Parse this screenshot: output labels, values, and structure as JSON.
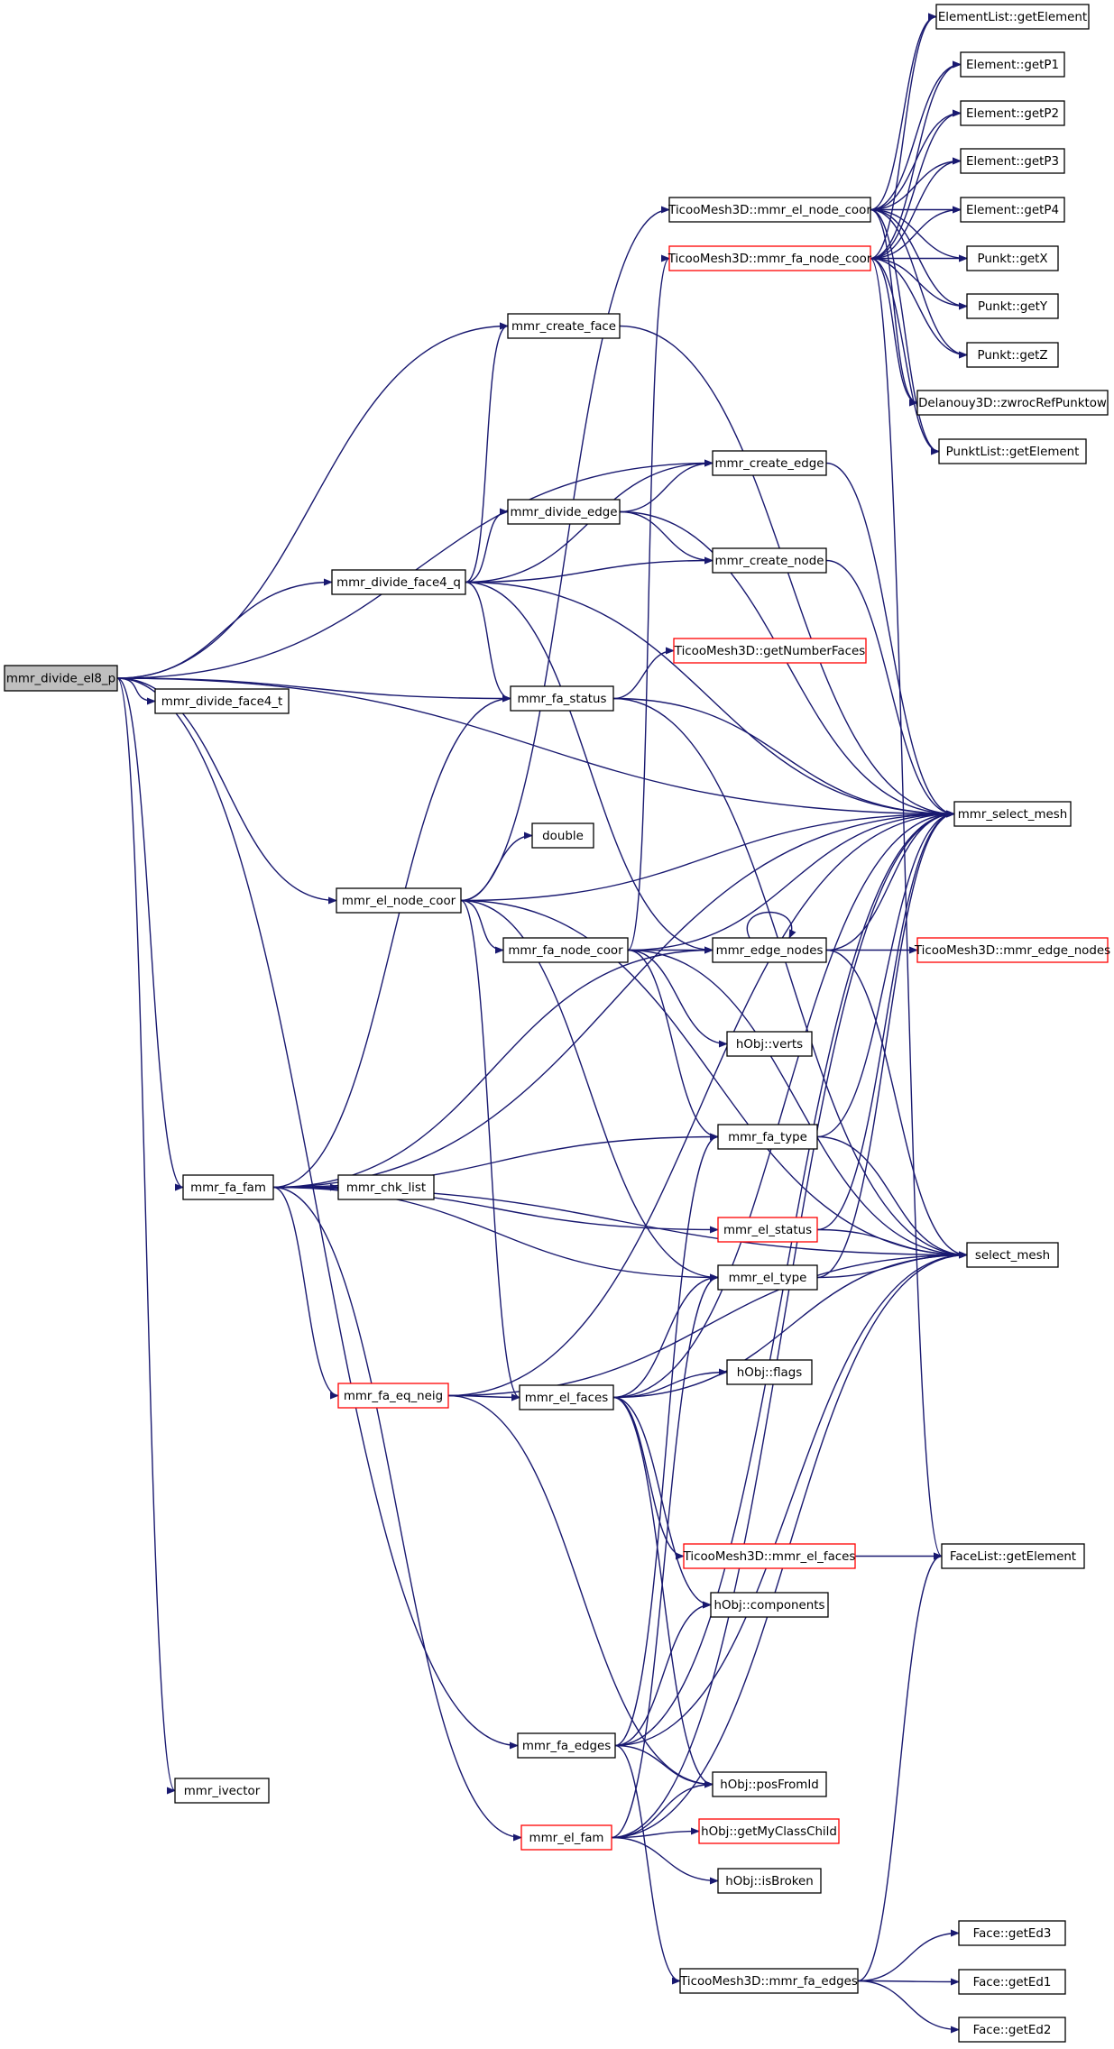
{
  "colors": {
    "edge": "#191970",
    "box_border": "#000000",
    "truncated_border": "#ff0000",
    "root_fill": "#bfbfbf",
    "box_fill": "#ffffff"
  },
  "nodes": [
    {
      "id": "root",
      "label": "mmr_divide_el8_p",
      "kind": "root"
    },
    {
      "id": "n_divide_face4_t",
      "label": "mmr_divide_face4_t",
      "kind": "normal"
    },
    {
      "id": "n_divide_face4_q",
      "label": "mmr_divide_face4_q",
      "kind": "normal"
    },
    {
      "id": "n_el_node_coor",
      "label": "mmr_el_node_coor",
      "kind": "normal"
    },
    {
      "id": "n_fa_fam",
      "label": "mmr_fa_fam",
      "kind": "normal"
    },
    {
      "id": "n_ivector",
      "label": "mmr_ivector",
      "kind": "normal"
    },
    {
      "id": "n_create_face",
      "label": "mmr_create_face",
      "kind": "normal"
    },
    {
      "id": "n_divide_edge",
      "label": "mmr_divide_edge",
      "kind": "normal"
    },
    {
      "id": "n_fa_status",
      "label": "mmr_fa_status",
      "kind": "normal"
    },
    {
      "id": "n_double",
      "label": "double",
      "kind": "normal"
    },
    {
      "id": "n_fa_node_coor",
      "label": "mmr_fa_node_coor",
      "kind": "normal"
    },
    {
      "id": "n_chk_list",
      "label": "mmr_chk_list",
      "kind": "normal"
    },
    {
      "id": "n_fa_eq_neig",
      "label": "mmr_fa_eq_neig",
      "kind": "truncated"
    },
    {
      "id": "n_el_faces",
      "label": "mmr_el_faces",
      "kind": "normal"
    },
    {
      "id": "n_fa_edges",
      "label": "mmr_fa_edges",
      "kind": "normal"
    },
    {
      "id": "n_el_fam",
      "label": "mmr_el_fam",
      "kind": "truncated"
    },
    {
      "id": "n_t_el_node_coor",
      "label": "TicooMesh3D::mmr_el_node_coor",
      "kind": "normal"
    },
    {
      "id": "n_t_fa_node_coor",
      "label": "TicooMesh3D::mmr_fa_node_coor",
      "kind": "truncated"
    },
    {
      "id": "n_create_edge",
      "label": "mmr_create_edge",
      "kind": "normal"
    },
    {
      "id": "n_create_node",
      "label": "mmr_create_node",
      "kind": "normal"
    },
    {
      "id": "n_t_getNumberFaces",
      "label": "TicooMesh3D::getNumberFaces",
      "kind": "truncated"
    },
    {
      "id": "n_edge_nodes",
      "label": "mmr_edge_nodes",
      "kind": "normal"
    },
    {
      "id": "n_verts",
      "label": "hObj::verts",
      "kind": "normal"
    },
    {
      "id": "n_fa_type",
      "label": "mmr_fa_type",
      "kind": "normal"
    },
    {
      "id": "n_el_status",
      "label": "mmr_el_status",
      "kind": "truncated"
    },
    {
      "id": "n_el_type",
      "label": "mmr_el_type",
      "kind": "normal"
    },
    {
      "id": "n_flags",
      "label": "hObj::flags",
      "kind": "normal"
    },
    {
      "id": "n_t_el_faces",
      "label": "TicooMesh3D::mmr_el_faces",
      "kind": "truncated"
    },
    {
      "id": "n_components",
      "label": "hObj::components",
      "kind": "normal"
    },
    {
      "id": "n_posFromId",
      "label": "hObj::posFromId",
      "kind": "normal"
    },
    {
      "id": "n_getMyClassChild",
      "label": "hObj::getMyClassChild",
      "kind": "truncated"
    },
    {
      "id": "n_isBroken",
      "label": "hObj::isBroken",
      "kind": "normal"
    },
    {
      "id": "n_t_fa_edges",
      "label": "TicooMesh3D::mmr_fa_edges",
      "kind": "normal"
    },
    {
      "id": "n_el_getElement",
      "label": "ElementList::getElement",
      "kind": "normal"
    },
    {
      "id": "n_getP1",
      "label": "Element::getP1",
      "kind": "normal"
    },
    {
      "id": "n_getP2",
      "label": "Element::getP2",
      "kind": "normal"
    },
    {
      "id": "n_getP3",
      "label": "Element::getP3",
      "kind": "normal"
    },
    {
      "id": "n_getP4",
      "label": "Element::getP4",
      "kind": "normal"
    },
    {
      "id": "n_getX",
      "label": "Punkt::getX",
      "kind": "normal"
    },
    {
      "id": "n_getY",
      "label": "Punkt::getY",
      "kind": "normal"
    },
    {
      "id": "n_getZ",
      "label": "Punkt::getZ",
      "kind": "normal"
    },
    {
      "id": "n_zwroc",
      "label": "Delanouy3D::zwrocRefPunktow",
      "kind": "normal"
    },
    {
      "id": "n_pl_getElement",
      "label": "PunktList::getElement",
      "kind": "normal"
    },
    {
      "id": "n_select_mesh_m",
      "label": "mmr_select_mesh",
      "kind": "normal"
    },
    {
      "id": "n_t_edge_nodes",
      "label": "TicooMesh3D::mmr_edge_nodes",
      "kind": "truncated"
    },
    {
      "id": "n_select_mesh",
      "label": "select_mesh",
      "kind": "normal"
    },
    {
      "id": "n_fl_getElement",
      "label": "FaceList::getElement",
      "kind": "normal"
    },
    {
      "id": "n_getEd3",
      "label": "Face::getEd3",
      "kind": "normal"
    },
    {
      "id": "n_getEd1",
      "label": "Face::getEd1",
      "kind": "normal"
    },
    {
      "id": "n_getEd2",
      "label": "Face::getEd2",
      "kind": "normal"
    }
  ],
  "edges": [
    [
      "root",
      "n_create_face"
    ],
    [
      "root",
      "n_create_edge"
    ],
    [
      "root",
      "n_divide_face4_q"
    ],
    [
      "root",
      "n_divide_face4_t"
    ],
    [
      "root",
      "n_fa_status"
    ],
    [
      "root",
      "n_el_node_coor"
    ],
    [
      "root",
      "n_fa_fam"
    ],
    [
      "root",
      "n_fa_edges"
    ],
    [
      "root",
      "n_ivector"
    ],
    [
      "root",
      "n_select_mesh_m"
    ],
    [
      "n_divide_face4_q",
      "n_create_face"
    ],
    [
      "n_divide_face4_q",
      "n_create_edge"
    ],
    [
      "n_divide_face4_q",
      "n_divide_edge"
    ],
    [
      "n_divide_face4_q",
      "n_create_node"
    ],
    [
      "n_divide_face4_q",
      "n_fa_status"
    ],
    [
      "n_divide_face4_q",
      "n_edge_nodes"
    ],
    [
      "n_divide_face4_q",
      "n_select_mesh_m"
    ],
    [
      "n_divide_edge",
      "n_create_edge"
    ],
    [
      "n_divide_edge",
      "n_create_node"
    ],
    [
      "n_divide_edge",
      "n_select_mesh_m"
    ],
    [
      "n_create_face",
      "n_select_mesh_m"
    ],
    [
      "n_create_edge",
      "n_select_mesh_m"
    ],
    [
      "n_create_node",
      "n_select_mesh_m"
    ],
    [
      "n_fa_status",
      "n_t_getNumberFaces"
    ],
    [
      "n_fa_status",
      "n_select_mesh_m"
    ],
    [
      "n_fa_status",
      "n_select_mesh"
    ],
    [
      "n_el_node_coor",
      "n_t_el_node_coor"
    ],
    [
      "n_el_node_coor",
      "n_double"
    ],
    [
      "n_el_node_coor",
      "n_fa_node_coor"
    ],
    [
      "n_el_node_coor",
      "n_select_mesh_m"
    ],
    [
      "n_el_node_coor",
      "n_el_type"
    ],
    [
      "n_el_node_coor",
      "n_el_faces"
    ],
    [
      "n_el_node_coor",
      "n_select_mesh"
    ],
    [
      "n_fa_node_coor",
      "n_t_fa_node_coor"
    ],
    [
      "n_fa_node_coor",
      "n_edge_nodes"
    ],
    [
      "n_fa_node_coor",
      "n_verts"
    ],
    [
      "n_fa_node_coor",
      "n_fa_type"
    ],
    [
      "n_fa_node_coor",
      "n_select_mesh_m"
    ],
    [
      "n_fa_node_coor",
      "n_select_mesh"
    ],
    [
      "n_edge_nodes",
      "n_edge_nodes"
    ],
    [
      "n_edge_nodes",
      "n_t_edge_nodes"
    ],
    [
      "n_edge_nodes",
      "n_select_mesh_m"
    ],
    [
      "n_edge_nodes",
      "n_select_mesh"
    ],
    [
      "n_fa_fam",
      "n_fa_status"
    ],
    [
      "n_fa_fam",
      "n_select_mesh_m"
    ],
    [
      "n_fa_fam",
      "n_edge_nodes"
    ],
    [
      "n_fa_fam",
      "n_fa_type"
    ],
    [
      "n_fa_fam",
      "n_chk_list"
    ],
    [
      "n_fa_fam",
      "n_el_status"
    ],
    [
      "n_fa_fam",
      "n_el_type"
    ],
    [
      "n_fa_fam",
      "n_fa_eq_neig"
    ],
    [
      "n_fa_fam",
      "n_el_fam"
    ],
    [
      "n_fa_fam",
      "n_select_mesh"
    ],
    [
      "n_fa_eq_neig",
      "n_el_faces"
    ],
    [
      "n_fa_eq_neig",
      "n_select_mesh_m"
    ],
    [
      "n_fa_eq_neig",
      "n_posFromId"
    ],
    [
      "n_fa_eq_neig",
      "n_select_mesh"
    ],
    [
      "n_el_faces",
      "n_el_type"
    ],
    [
      "n_el_faces",
      "n_flags"
    ],
    [
      "n_el_faces",
      "n_t_el_faces"
    ],
    [
      "n_el_faces",
      "n_components"
    ],
    [
      "n_el_faces",
      "n_posFromId"
    ],
    [
      "n_el_faces",
      "n_select_mesh_m"
    ],
    [
      "n_el_faces",
      "n_select_mesh"
    ],
    [
      "n_t_el_faces",
      "n_fl_getElement"
    ],
    [
      "n_fa_edges",
      "n_fa_type"
    ],
    [
      "n_fa_edges",
      "n_components"
    ],
    [
      "n_fa_edges",
      "n_posFromId"
    ],
    [
      "n_fa_edges",
      "n_t_fa_edges"
    ],
    [
      "n_fa_edges",
      "n_select_mesh_m"
    ],
    [
      "n_fa_edges",
      "n_select_mesh"
    ],
    [
      "n_el_fam",
      "n_el_type"
    ],
    [
      "n_el_fam",
      "n_posFromId"
    ],
    [
      "n_el_fam",
      "n_getMyClassChild"
    ],
    [
      "n_el_fam",
      "n_isBroken"
    ],
    [
      "n_el_fam",
      "n_select_mesh_m"
    ],
    [
      "n_el_fam",
      "n_select_mesh"
    ],
    [
      "n_fa_type",
      "n_select_mesh_m"
    ],
    [
      "n_fa_type",
      "n_select_mesh"
    ],
    [
      "n_el_status",
      "n_select_mesh_m"
    ],
    [
      "n_el_status",
      "n_select_mesh"
    ],
    [
      "n_el_type",
      "n_select_mesh_m"
    ],
    [
      "n_el_type",
      "n_select_mesh"
    ],
    [
      "n_t_fa_edges",
      "n_getEd3"
    ],
    [
      "n_t_fa_edges",
      "n_getEd1"
    ],
    [
      "n_t_fa_edges",
      "n_getEd2"
    ],
    [
      "n_t_fa_edges",
      "n_fl_getElement"
    ],
    [
      "n_t_el_node_coor",
      "n_el_getElement"
    ],
    [
      "n_t_el_node_coor",
      "n_getP1"
    ],
    [
      "n_t_el_node_coor",
      "n_getP2"
    ],
    [
      "n_t_el_node_coor",
      "n_getP3"
    ],
    [
      "n_t_el_node_coor",
      "n_getP4"
    ],
    [
      "n_t_el_node_coor",
      "n_getX"
    ],
    [
      "n_t_el_node_coor",
      "n_getY"
    ],
    [
      "n_t_el_node_coor",
      "n_getZ"
    ],
    [
      "n_t_el_node_coor",
      "n_zwroc"
    ],
    [
      "n_t_el_node_coor",
      "n_pl_getElement"
    ],
    [
      "n_t_fa_node_coor",
      "n_el_getElement"
    ],
    [
      "n_t_fa_node_coor",
      "n_getP1"
    ],
    [
      "n_t_fa_node_coor",
      "n_getP2"
    ],
    [
      "n_t_fa_node_coor",
      "n_getP3"
    ],
    [
      "n_t_fa_node_coor",
      "n_getP4"
    ],
    [
      "n_t_fa_node_coor",
      "n_getX"
    ],
    [
      "n_t_fa_node_coor",
      "n_getY"
    ],
    [
      "n_t_fa_node_coor",
      "n_getZ"
    ],
    [
      "n_t_fa_node_coor",
      "n_zwroc"
    ],
    [
      "n_t_fa_node_coor",
      "n_pl_getElement"
    ],
    [
      "n_t_fa_node_coor",
      "n_fl_getElement"
    ]
  ]
}
